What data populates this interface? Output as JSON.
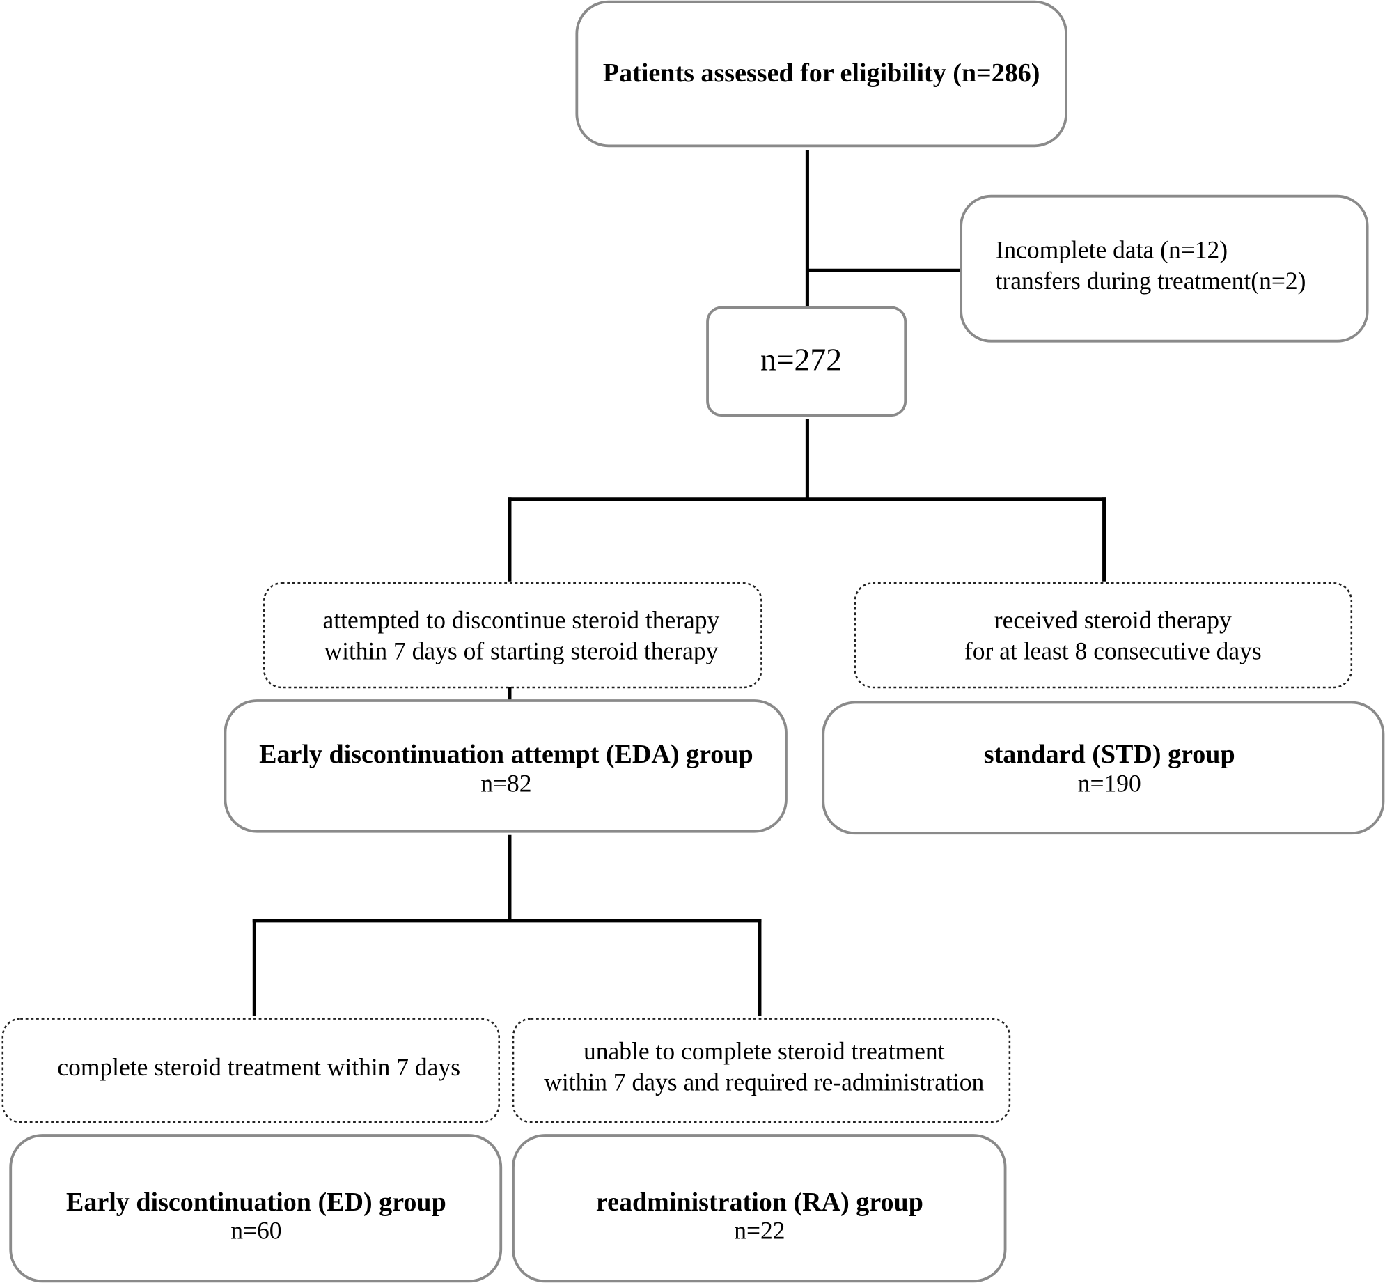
{
  "flowchart": {
    "assessed": "Patients assessed for eligibility (n=286)",
    "excluded": {
      "line1": "Incomplete data (n=12)",
      "line2": "transfers during treatment(n=2)"
    },
    "included": "n=272",
    "eda_criteria": {
      "line1": "attempted to discontinue steroid therapy",
      "line2": "within 7 days of starting steroid therapy"
    },
    "std_criteria": {
      "line1": "received steroid therapy",
      "line2": "for at least 8 consecutive days"
    },
    "eda_group": {
      "title": "Early discontinuation attempt (EDA) group",
      "n": "n=82"
    },
    "std_group": {
      "title": "standard (STD) group",
      "n": "n=190"
    },
    "ed_criteria": "complete steroid treatment within 7 days",
    "ra_criteria": {
      "line1": "unable to complete steroid treatment",
      "line2": "within 7 days and required re-administration"
    },
    "ed_group": {
      "title": "Early discontinuation (ED) group",
      "n": "n=60"
    },
    "ra_group": {
      "title": "readministration (RA) group",
      "n": "n=22"
    }
  }
}
